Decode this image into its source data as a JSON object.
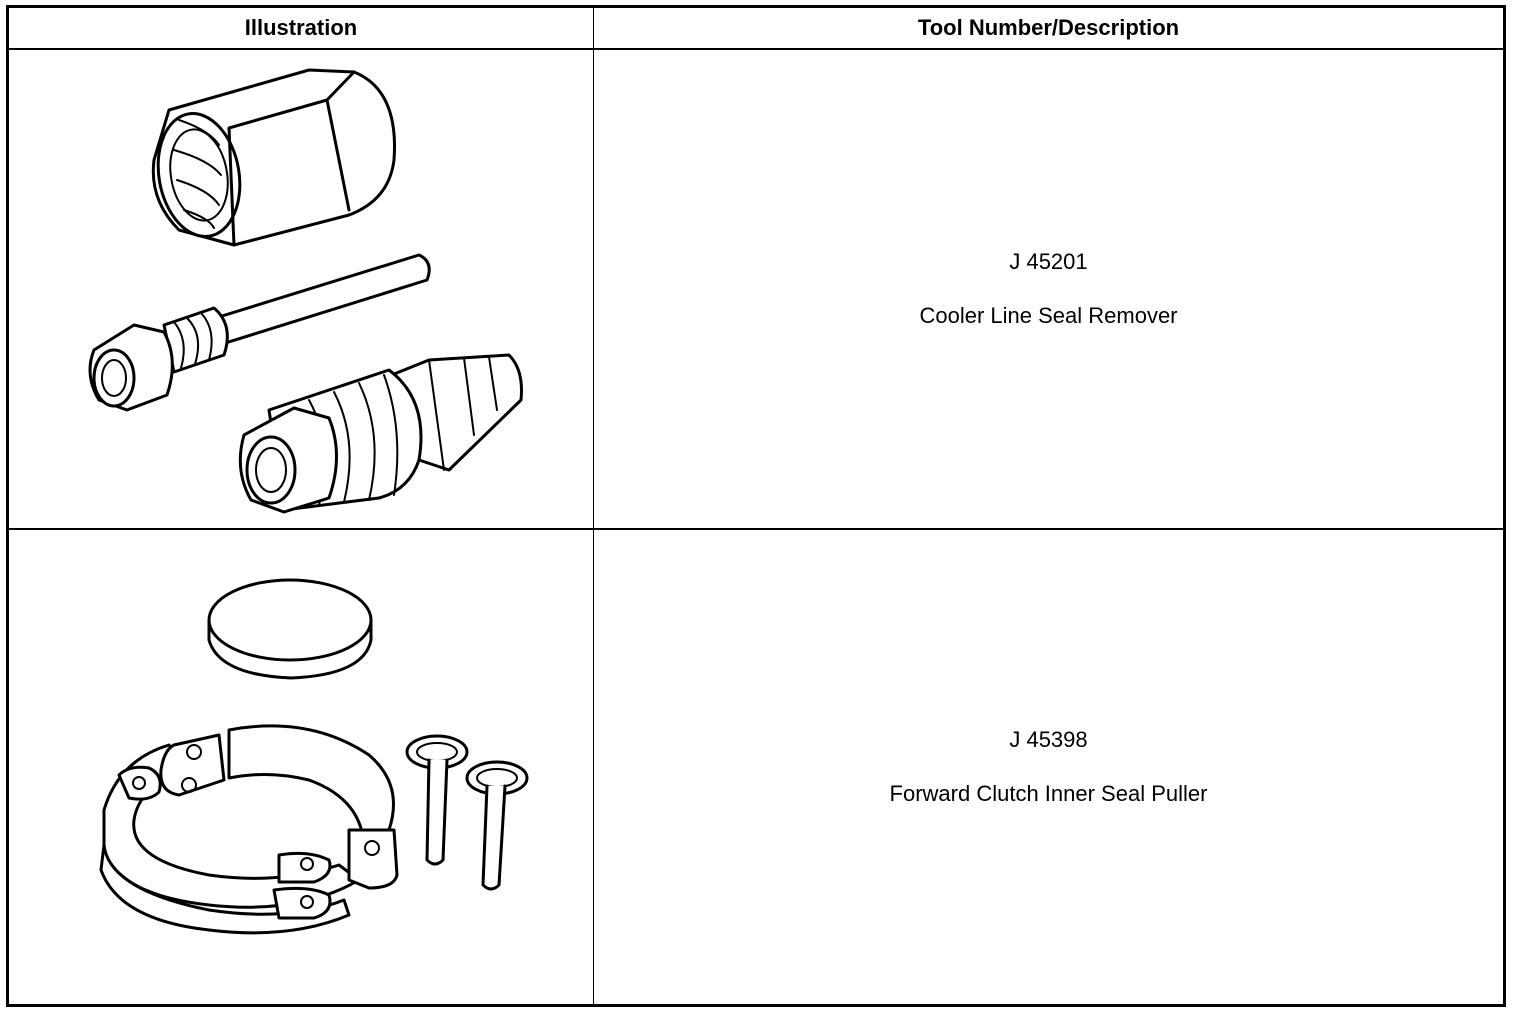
{
  "table": {
    "headers": {
      "illustration": "Illustration",
      "description": "Tool Number/Description"
    },
    "rows": [
      {
        "tool_number": "J 45201",
        "description": "Cooler Line Seal Remover",
        "illustration_icon": "cooler-line-seal-remover-icon"
      },
      {
        "tool_number": "J 45398",
        "description": "Forward Clutch Inner Seal Puller",
        "illustration_icon": "forward-clutch-seal-puller-icon"
      }
    ]
  }
}
